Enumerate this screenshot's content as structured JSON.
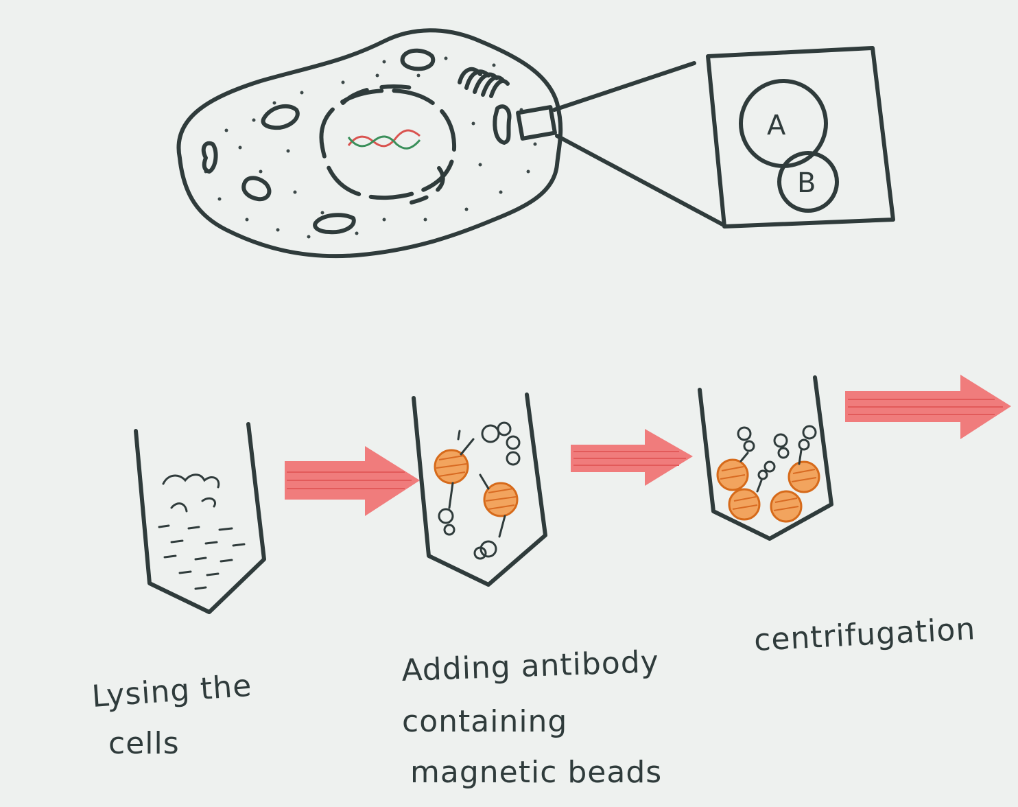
{
  "diagram": {
    "inset": {
      "circle_a": "A",
      "circle_b": "B"
    },
    "steps": [
      {
        "label_line1": "Lysing the",
        "label_line2": "cells",
        "label_line3": ""
      },
      {
        "label_line1": "Adding antibody",
        "label_line2": "containing",
        "label_line3": "magnetic beads"
      },
      {
        "label_line1": "centrifugation",
        "label_line2": "",
        "label_line3": ""
      }
    ],
    "colors": {
      "ink": "#2f3b3b",
      "arrow": "#f07c7c",
      "bead": "#f2a45e",
      "dna_red": "#d9534f",
      "dna_green": "#3a8f5a",
      "background": "#eef1ef"
    }
  }
}
